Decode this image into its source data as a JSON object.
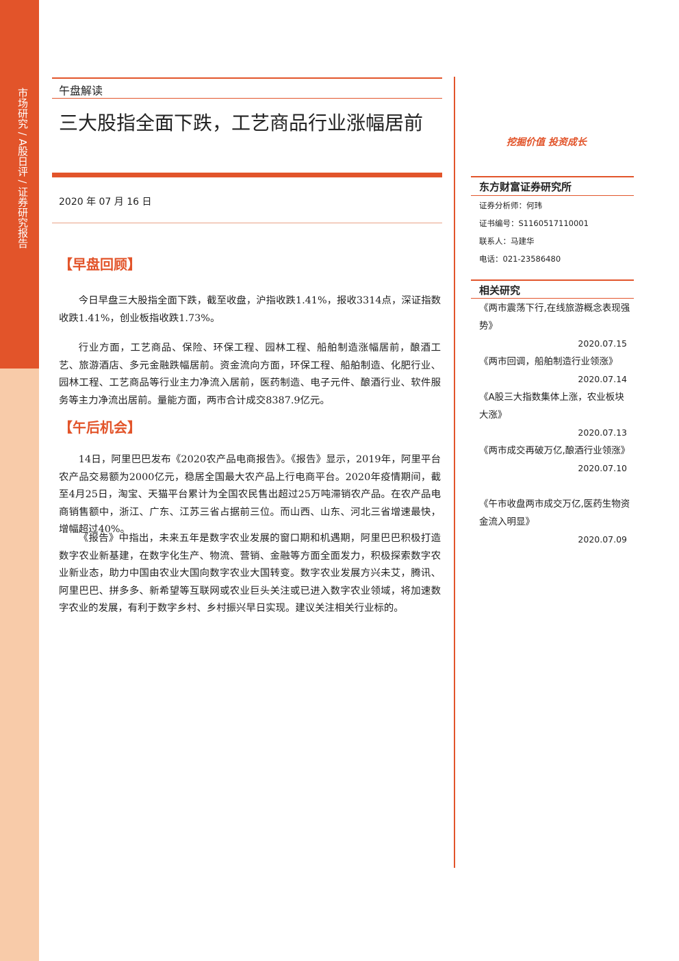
{
  "sidebar": {
    "text": "市场研究 / A股日评 / 证券研究报告"
  },
  "header": {
    "category": "午盘解读",
    "title": "三大股指全面下跌，工艺商品行业涨幅居前",
    "date": "2020 年 07 月 16 日"
  },
  "sections": [
    {
      "heading": "【早盘回顾】",
      "paragraphs": [
        "今日早盘三大股指全面下跌，截至收盘，沪指收跌1.41%，报收3314点，深证指数收跌1.41%，创业板指收跌1.73%。",
        "行业方面，工艺商品、保险、环保工程、园林工程、船舶制造涨幅居前，酿酒工艺、旅游酒店、多元金融跌幅居前。资金流向方面，环保工程、船舶制造、化肥行业、园林工程、工艺商品等行业主力净流入居前，医药制造、电子元件、酿酒行业、软件服务等主力净流出居前。量能方面，两市合计成交8387.9亿元。"
      ]
    },
    {
      "heading": "【午后机会】",
      "paragraphs": [
        "14日，阿里巴巴发布《2020农产品电商报告》。《报告》显示，2019年，阿里平台农产品交易额为2000亿元，稳居全国最大农产品上行电商平台。2020年疫情期间，截至4月25日，淘宝、天猫平台累计为全国农民售出超过25万吨滞销农产品。在农产品电商销售额中，浙江、广东、江苏三省占据前三位。而山西、山东、河北三省增速最快，增幅超过40%。",
        "《报告》中指出，未来五年是数字农业发展的窗口期和机遇期，阿里巴巴积极打造数字农业新基建，在数字化生产、物流、营销、金融等方面全面发力，积极探索数字农业新业态，助力中国由农业大国向数字农业大国转变。数字农业发展方兴未艾，腾讯、阿里巴巴、拼多多、新希望等互联网或农业巨头关注或已进入数字农业领域，将加速数字农业的发展，有利于数字乡村、乡村振兴早日实现。建议关注相关行业标的。"
      ]
    }
  ],
  "aside": {
    "slogan": "挖掘价值 投资成长",
    "firm": "东方财富证券研究所",
    "analyst": "证券分析师：何玮",
    "cert": "证书编号：S1160517110001",
    "contact": "联系人：马建华",
    "phone": "电话：021-23586480",
    "related_title": "相关研究",
    "reports": [
      {
        "title": "《两市震荡下行,在线旅游概念表现强势》",
        "date": "2020.07.15"
      },
      {
        "title": "《两市回调，船舶制造行业领涨》",
        "date": "2020.07.14"
      },
      {
        "title": "《A股三大指数集体上涨，农业板块大涨》",
        "date": "2020.07.13"
      },
      {
        "title": "《两市成交再破万亿,酿酒行业领涨》",
        "date": "2020.07.10"
      },
      {
        "title": "《午市收盘两市成交万亿,医药生物资金流入明显》",
        "date": "2020.07.09"
      }
    ]
  }
}
